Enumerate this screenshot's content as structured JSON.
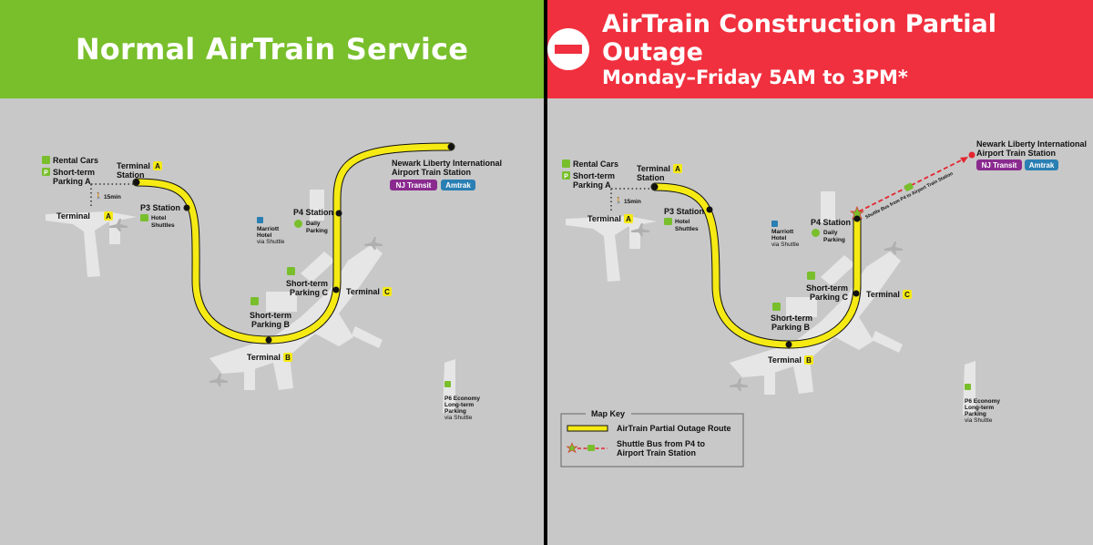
{
  "left": {
    "header": {
      "title": "Normal AirTrain Service",
      "color": "#78bf2b"
    },
    "labels": {
      "rental_cars": "Rental Cars",
      "short_term_a_1": "Short-term",
      "short_term_a_2": "Parking A",
      "terminal_station_1": "Terminal",
      "terminal_station_2": "Station",
      "walk_time": "15min",
      "terminal_a": "Terminal",
      "p3_station": "P3 Station",
      "hotel_1": "Hotel",
      "hotel_2": "Shuttles",
      "marriott_1": "Marriott",
      "marriott_2": "Hotel",
      "marriott_3": "via Shuttle",
      "p4_station": "P4 Station",
      "daily_1": "Daily",
      "daily_2": "Parking",
      "newark_1": "Newark Liberty International",
      "newark_2": "Airport Train Station",
      "nj_transit": "NJ Transit",
      "amtrak": "Amtrak",
      "short_term_c_1": "Short-term",
      "short_term_c_2": "Parking C",
      "terminal_c": "Terminal",
      "short_term_b_1": "Short-term",
      "short_term_b_2": "Parking B",
      "terminal_b": "Terminal",
      "p6_1": "P6 Economy",
      "p6_2": "Long-term",
      "p6_3": "Parking",
      "p6_4": "via Shuttle",
      "badge_a": "A",
      "badge_b": "B",
      "badge_c": "C"
    }
  },
  "right": {
    "header": {
      "line1": "AirTrain Construction Partial Outage",
      "line2": "Monday–Friday 5AM to 3PM*",
      "color": "#f0303e"
    },
    "labels": {
      "rental_cars": "Rental Cars",
      "short_term_a_1": "Short-term",
      "short_term_a_2": "Parking A",
      "terminal_station_1": "Terminal",
      "terminal_station_2": "Station",
      "walk_time": "15min",
      "terminal_a": "Terminal",
      "p3_station": "P3 Station",
      "hotel_1": "Hotel",
      "hotel_2": "Shuttles",
      "marriott_1": "Marriott",
      "marriott_2": "Hotel",
      "marriott_3": "via Shuttle",
      "p4_station": "P4 Station",
      "daily_1": "Daily",
      "daily_2": "Parking",
      "newark_1": "Newark Liberty International",
      "newark_2": "Airport Train Station",
      "nj_transit": "NJ Transit",
      "amtrak": "Amtrak",
      "shuttle_route": "Shuttle Bus from P4 to Airport Train Station",
      "short_term_c_1": "Short-term",
      "short_term_c_2": "Parking C",
      "terminal_c": "Terminal",
      "short_term_b_1": "Short-term",
      "short_term_b_2": "Parking B",
      "terminal_b": "Terminal",
      "p6_1": "P6 Economy",
      "p6_2": "Long-term",
      "p6_3": "Parking",
      "p6_4": "via Shuttle",
      "badge_a": "A",
      "badge_b": "B",
      "badge_c": "C"
    },
    "map_key": {
      "title": "Map Key",
      "route": "AirTrain Partial Outage Route",
      "shuttle_1": "Shuttle Bus from P4 to",
      "shuttle_2": "Airport Train Station"
    }
  },
  "colors": {
    "airtrain": "#f5ea14",
    "station_dot": "#111111",
    "terminal_badge": "#f5ea14",
    "parking_icon": "#78bf2b",
    "nj_transit": "#8a2a8f",
    "amtrak": "#2a7fb3",
    "shuttle_dash": "#e32630",
    "map_bg": "#c8c8c8",
    "building": "#e6e6e6"
  }
}
